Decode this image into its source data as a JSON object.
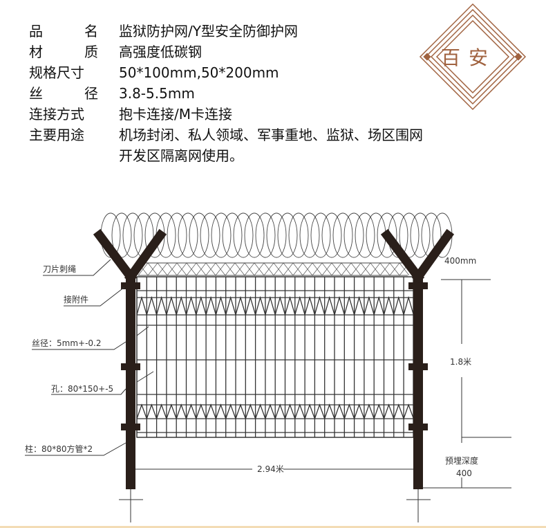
{
  "logo": {
    "text": "百安",
    "color": "#a0623f"
  },
  "specs": [
    {
      "key": "品名",
      "value": "监狱防护网/Y型安全防御护网"
    },
    {
      "key": "材质",
      "value": "高强度低碳钢"
    },
    {
      "key": "规格尺寸",
      "value": "50*100mm,50*200mm"
    },
    {
      "key": "丝径",
      "value": "3.8-5.5mm"
    },
    {
      "key": "连接方式",
      "value": "抱卡连接/M卡连接"
    },
    {
      "key": "主要用途",
      "value": "机场封闭、私人领域、军事重地、监狱、场区围网"
    },
    {
      "key": "",
      "value": "开发区隔离网使用。"
    }
  ],
  "diagram": {
    "labels": {
      "razor_wire": "刀片刺绳",
      "fitting": "接附件",
      "wire_diameter": "丝径：5mm+-0.2",
      "mesh_hole": "孔：80*150+-5",
      "post": "柱：80*80方管*2",
      "arm_height": "400mm",
      "height": "1.8米",
      "width": "2.94米",
      "embed_depth": "预埋深度",
      "embed_value": "400"
    },
    "colors": {
      "post": "#2a1f1a",
      "line": "#333333"
    }
  }
}
